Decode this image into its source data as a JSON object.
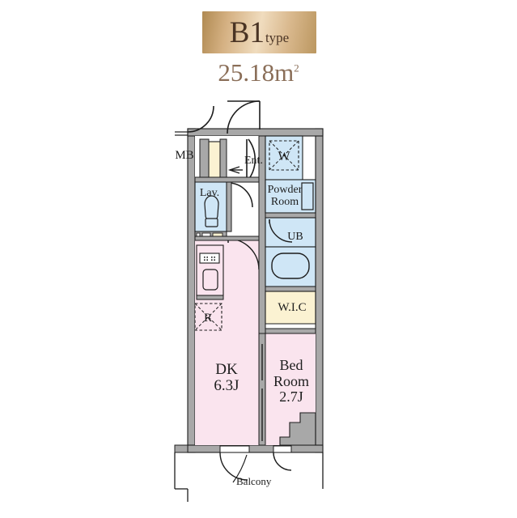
{
  "header": {
    "type_label_main": "B1",
    "type_label_sub": "type",
    "area_value": "25.18m",
    "area_unit_sup": "2",
    "badge_color_from": "#b08a52",
    "badge_color_to": "#f0dcbe",
    "area_text_color": "#8a6e58"
  },
  "plan": {
    "title": "Apartment floor plan B1 type",
    "colors": {
      "wall": "#a8a8a8",
      "wall_stroke": "#1d1d1d",
      "living_fill": "#fae4ee",
      "water_fill": "#cfe6f6",
      "closet_fill": "#fbf2d2",
      "hall_fill": "#ffffff",
      "line": "#1d1d1d"
    },
    "rooms": [
      {
        "name": "dk",
        "label_lines": [
          "DK",
          "6.3J"
        ],
        "fill": "living_fill"
      },
      {
        "name": "bed-room",
        "label_lines": [
          "Bed",
          "Room",
          "2.7J"
        ],
        "fill": "living_fill"
      },
      {
        "name": "lavatory",
        "label_lines": [
          "Lav."
        ],
        "fill": "water_fill"
      },
      {
        "name": "powder-room",
        "label_lines": [
          "Powder",
          "Room"
        ],
        "fill": "water_fill"
      },
      {
        "name": "unit-bath",
        "label_lines": [
          "UB"
        ],
        "fill": "water_fill"
      },
      {
        "name": "walk-in-closet",
        "label_lines": [
          "W.I.C"
        ],
        "fill": "closet_fill"
      },
      {
        "name": "washer-space",
        "label_lines": [
          "W"
        ],
        "fill": "water_fill"
      },
      {
        "name": "refrigerator-space",
        "label_lines": [
          "R"
        ],
        "fill": "living_fill"
      }
    ],
    "labels": {
      "dk": "DK",
      "dk_size": "6.3J",
      "bed": "Bed",
      "room": "Room",
      "bed_size": "2.7J",
      "lav": "Lav.",
      "powder": "Powder",
      "powder2": "Room",
      "ub": "UB",
      "wic": "W.I.C",
      "washer": "W",
      "fridge": "R",
      "mb": "MB",
      "ent": "Ent.",
      "balcony": "Balcony"
    }
  }
}
